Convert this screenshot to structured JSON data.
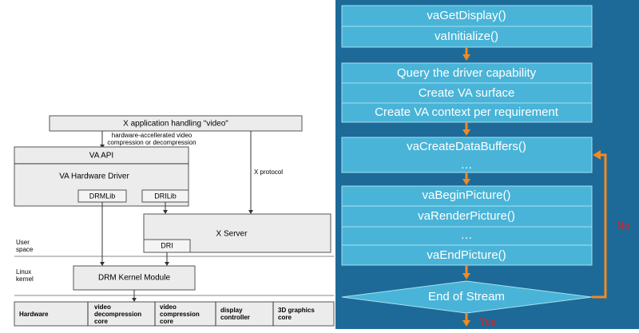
{
  "architecture": {
    "x_app": "X application handling \"video\"",
    "hw_note": [
      "hardware-accellerated video",
      "compression or decompression"
    ],
    "va_api": "VA API",
    "va_driver": "VA Hardware Driver",
    "drmlib": "DRMLib",
    "drilib": "DRILib",
    "x_protocol": "X protocol",
    "x_server": "X Server",
    "dri": "DRI",
    "user_space": [
      "User",
      "space"
    ],
    "linux_kernel": [
      "Linux",
      "kernel"
    ],
    "drm_module": "DRM Kernel Module",
    "hardware": {
      "label": "Hardware",
      "cells": [
        [
          "video",
          "decompression",
          "core"
        ],
        [
          "video",
          "compression",
          "core"
        ],
        [
          "display",
          "controller"
        ],
        [
          "3D graphics",
          "core"
        ]
      ]
    }
  },
  "flow": {
    "step1": "vaGetDisplay()",
    "step2": "vaInitialize()",
    "group1": [
      "Query the driver capability",
      "Create VA surface",
      "Create VA context per requirement"
    ],
    "group2": [
      "vaCreateDataBuffers()",
      "…"
    ],
    "group3": [
      "vaBeginPicture()",
      "vaRenderPicture()",
      "…",
      "vaEndPicture()"
    ],
    "decision": "End of Stream",
    "no_label": "No",
    "yes_label": "Yes",
    "colors": {
      "background": "#1d6a98",
      "box": "#49b4d8",
      "arrow": "#f08a24",
      "no_label": "#e02020",
      "yes_label": "#e02020"
    }
  }
}
